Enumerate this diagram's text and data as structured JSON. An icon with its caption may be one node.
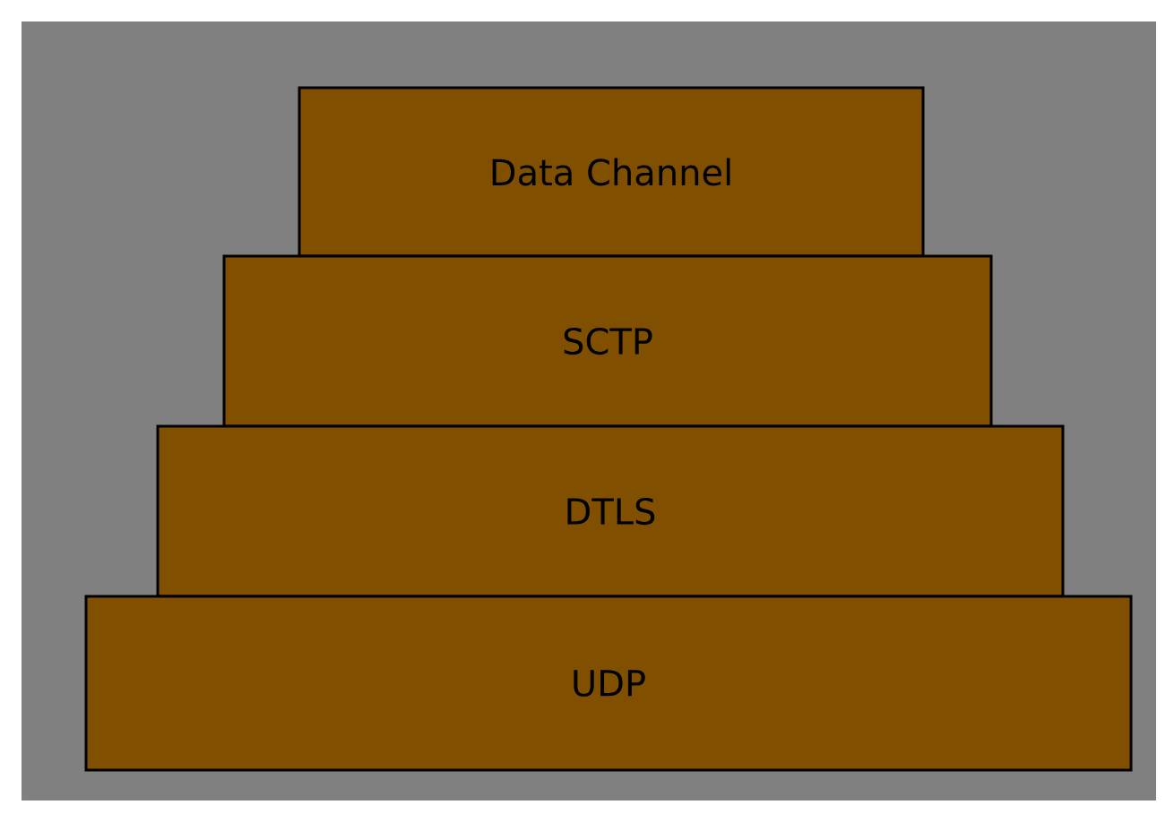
{
  "diagram": {
    "nodes": [
      {
        "text": [
          "Data Channel"
        ]
      },
      {
        "text": [
          "SCTP"
        ]
      },
      {
        "text": [
          "DTLS"
        ]
      },
      {
        "text": [
          "UDP"
        ]
      }
    ]
  }
}
